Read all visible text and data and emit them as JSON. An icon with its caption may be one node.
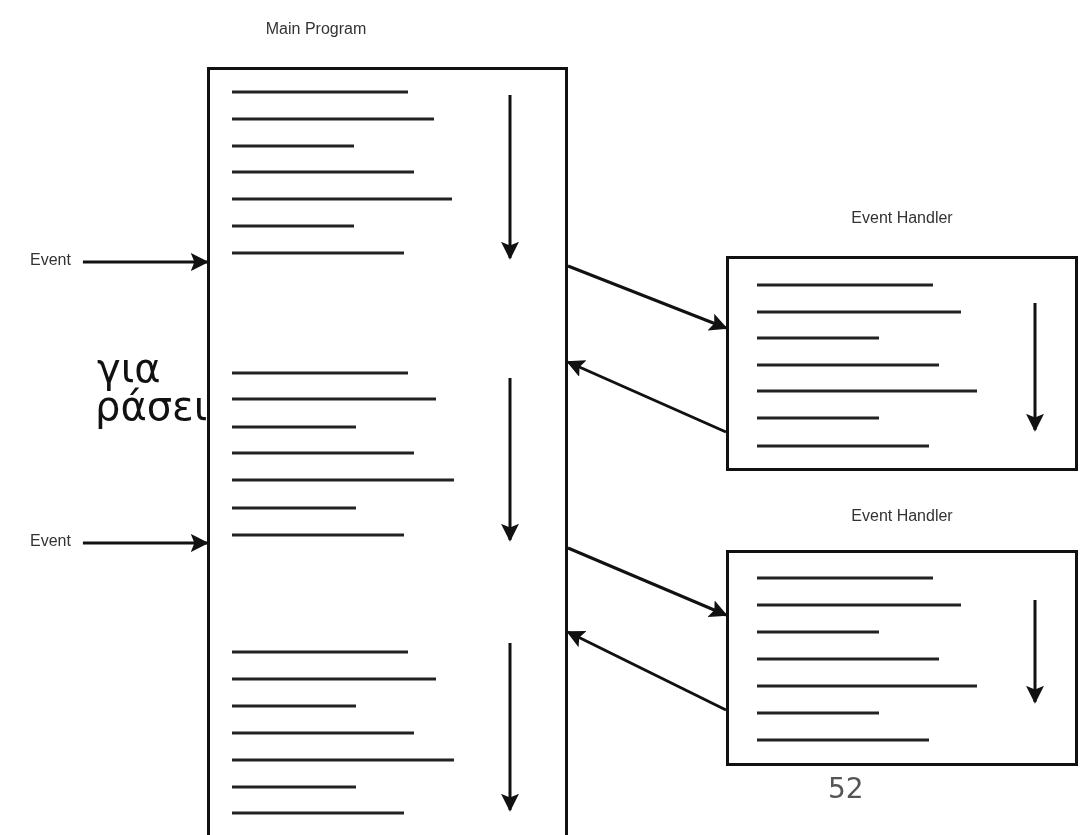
{
  "diagram": {
    "nodes": [
      {
        "text": [
          "Main Program"
        ]
      },
      {
        "text": [
          "Event Handler"
        ]
      },
      {
        "text": [
          "Event Handler"
        ]
      },
      {
        "text": [
          "Event"
        ]
      },
      {
        "text": [
          "Event"
        ]
      }
    ],
    "edges": [
      {
        "from": 3,
        "to": 0,
        "arrow": "to"
      },
      {
        "from": 4,
        "to": 0,
        "arrow": "to"
      },
      {
        "from": 0,
        "to": 1,
        "arrow": "to"
      },
      {
        "from": 1,
        "to": 0,
        "arrow": "to"
      },
      {
        "from": 0,
        "to": 2,
        "arrow": "to"
      },
      {
        "from": 2,
        "to": 0,
        "arrow": "to"
      }
    ],
    "labels": [
      "για",
      "ράσει",
      "52"
    ]
  }
}
